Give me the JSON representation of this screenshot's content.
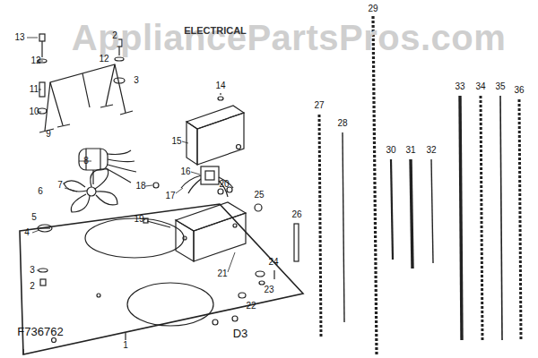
{
  "diagram": {
    "title": "ELECTRICAL",
    "labels": [
      "AppliancePartsPros.com",
      "13",
      "2",
      "12",
      "12",
      "3",
      "11",
      "10",
      "9",
      "8",
      "14",
      "15",
      "16",
      "6",
      "7",
      "18",
      "17",
      "20",
      "25",
      "5",
      "4",
      "19",
      "26",
      "27",
      "28",
      "29",
      "30",
      "31",
      "32",
      "33",
      "34",
      "35",
      "36",
      "3",
      "2",
      "21",
      "24",
      "23",
      "22",
      "1",
      "F736762",
      "D3"
    ]
  }
}
